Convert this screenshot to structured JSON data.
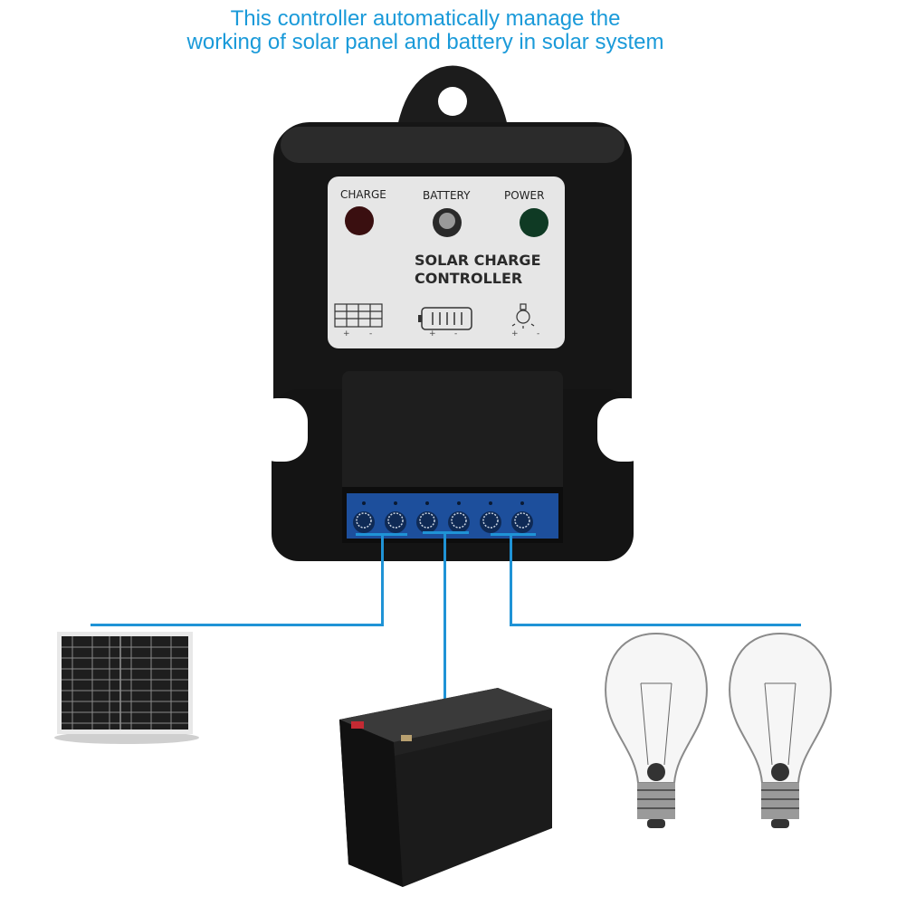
{
  "caption": {
    "line1": "This controller automatically manage the",
    "line2": "working of solar panel and battery in solar system",
    "color": "#1a9ad9"
  },
  "controller": {
    "indicators": [
      {
        "label": "CHARGE",
        "color": "#3a0f10"
      },
      {
        "label": "BATTERY",
        "color": "#8a8a8a"
      },
      {
        "label": "POWER",
        "color": "#0f3a24"
      }
    ],
    "title_line1": "SOLAR CHARGE",
    "title_line2": "CONTROLLER",
    "port_icons": [
      {
        "icon": "solar-panel-icon",
        "plus": "+",
        "minus": "-"
      },
      {
        "icon": "battery-icon",
        "plus": "+",
        "minus": "-"
      },
      {
        "icon": "light-bulb-icon",
        "plus": "+",
        "minus": "-"
      }
    ],
    "terminal_count": 6
  },
  "connections": [
    {
      "from": "terminals-1-2",
      "to": "solar-panel"
    },
    {
      "from": "terminals-3-4",
      "to": "battery"
    },
    {
      "from": "terminals-5-6",
      "to": "light-bulbs"
    }
  ],
  "wire_color": "#1f93d6",
  "devices": {
    "solar_panel": "solar-panel",
    "battery": "battery",
    "bulbs": [
      "light-bulb",
      "light-bulb"
    ]
  }
}
